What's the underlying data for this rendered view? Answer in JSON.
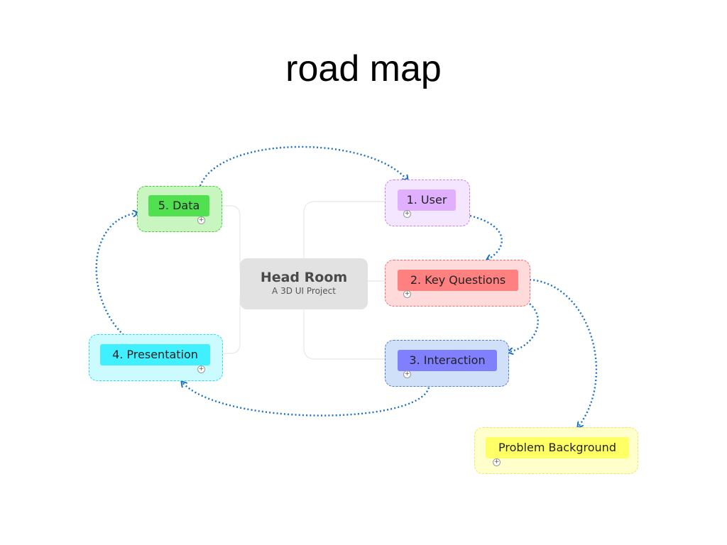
{
  "slide": {
    "title": "road map"
  },
  "center": {
    "title": "Head Room",
    "subtitle": "A 3D UI Project"
  },
  "nodes": {
    "user": {
      "label": "1. User",
      "color": "#e0b0ff",
      "fill": "#f5e6ff",
      "border": "#c980f0"
    },
    "key_questions": {
      "label": "2. Key Questions",
      "color": "#ff8080",
      "fill": "#ffdada",
      "border": "#f07070"
    },
    "interaction": {
      "label": "3. Interaction",
      "color": "#8080ff",
      "fill": "#cfe0f8",
      "border": "#4c7fd6"
    },
    "presentation": {
      "label": "4. Presentation",
      "color": "#40f0ff",
      "fill": "#ccfbff",
      "border": "#30d8f0"
    },
    "data": {
      "label": "5. Data",
      "color": "#50e050",
      "fill": "#c8f5c0",
      "border": "#40d030"
    },
    "problem_background": {
      "label": "Problem Background",
      "color": "#ffff66",
      "fill": "#ffffcc",
      "border": "#e8e870"
    }
  },
  "expand_icon": "+",
  "arrow_color": "#1a70c8"
}
